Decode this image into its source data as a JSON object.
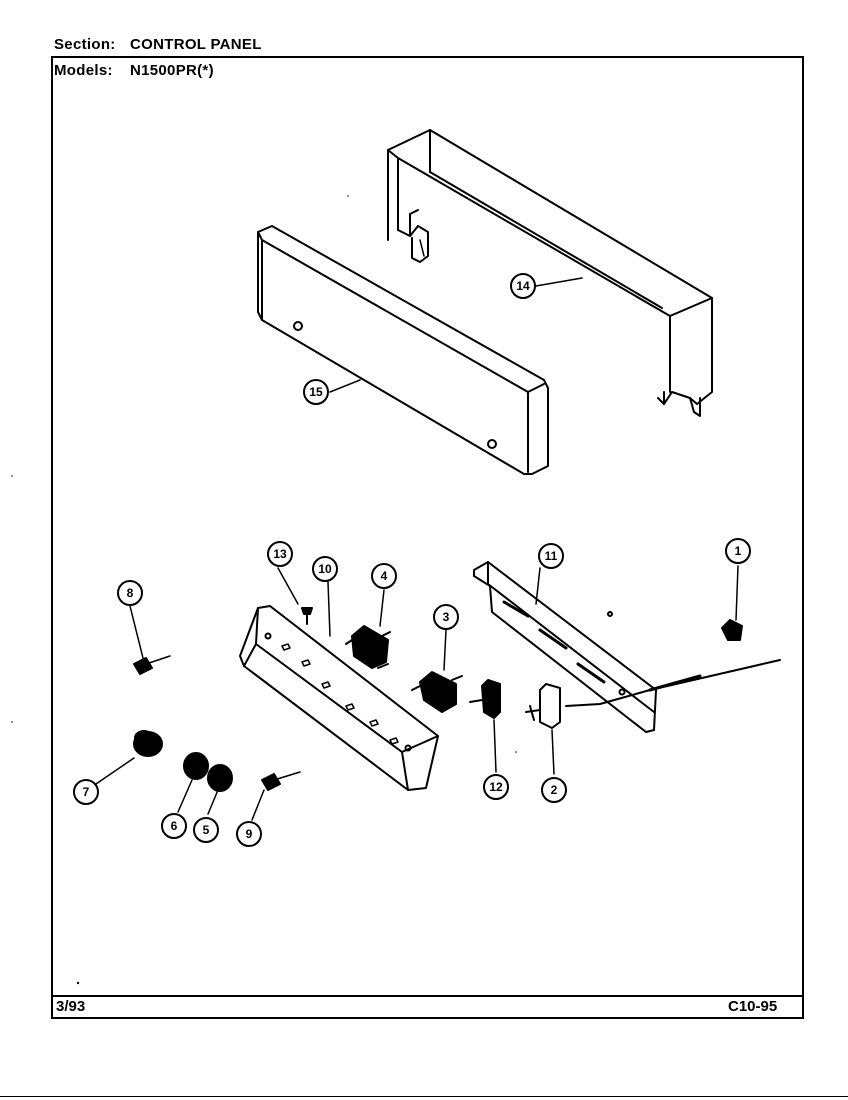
{
  "header": {
    "section_label": "Section:",
    "section_value": "CONTROL PANEL",
    "models_label": "Models:",
    "models_value": "N1500PR(*)"
  },
  "footer": {
    "date": "3/93",
    "code": "C10-95"
  },
  "callouts": {
    "c1": "1",
    "c2": "2",
    "c3": "3",
    "c4": "4",
    "c5": "5",
    "c6": "6",
    "c7": "7",
    "c8": "8",
    "c9": "9",
    "c10": "10",
    "c11": "11",
    "c12": "12",
    "c13": "13",
    "c14": "14",
    "c15": "15"
  }
}
